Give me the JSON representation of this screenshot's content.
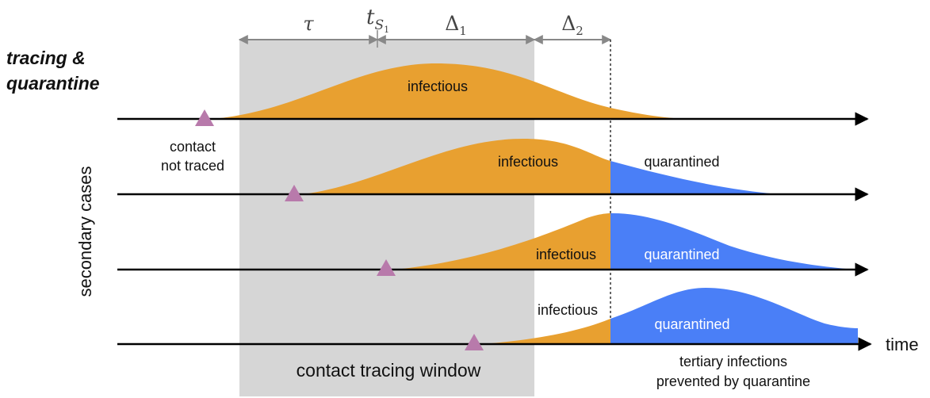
{
  "title": {
    "line1": "tracing &",
    "line2": "quarantine"
  },
  "side_label": "secondary cases",
  "window_label": "contact tracing window",
  "time_label": "time",
  "brackets": {
    "tau": "τ",
    "ts_main": "t",
    "ts_sub": "S",
    "ts_subsub": "1",
    "delta1_main": "Δ",
    "delta1_sub": "1",
    "delta2_main": "Δ",
    "delta2_sub": "2"
  },
  "rows": [
    {
      "infectious_label": "infectious",
      "note_line1": "contact",
      "note_line2": "not traced",
      "quarantined_label": ""
    },
    {
      "infectious_label": "infectious",
      "quarantined_label": "quarantined"
    },
    {
      "infectious_label": "infectious",
      "quarantined_label": "quarantined"
    },
    {
      "infectious_label": "infectious",
      "quarantined_label": "quarantined"
    }
  ],
  "footnote": {
    "line1": "tertiary infections",
    "line2": "prevented by quarantine"
  },
  "colors": {
    "infectious": "#e8a030",
    "quarantined": "#4a7ff7",
    "window": "#d6d6d6",
    "marker": "#b87aab",
    "bracket": "#888888",
    "axis": "#000000"
  }
}
